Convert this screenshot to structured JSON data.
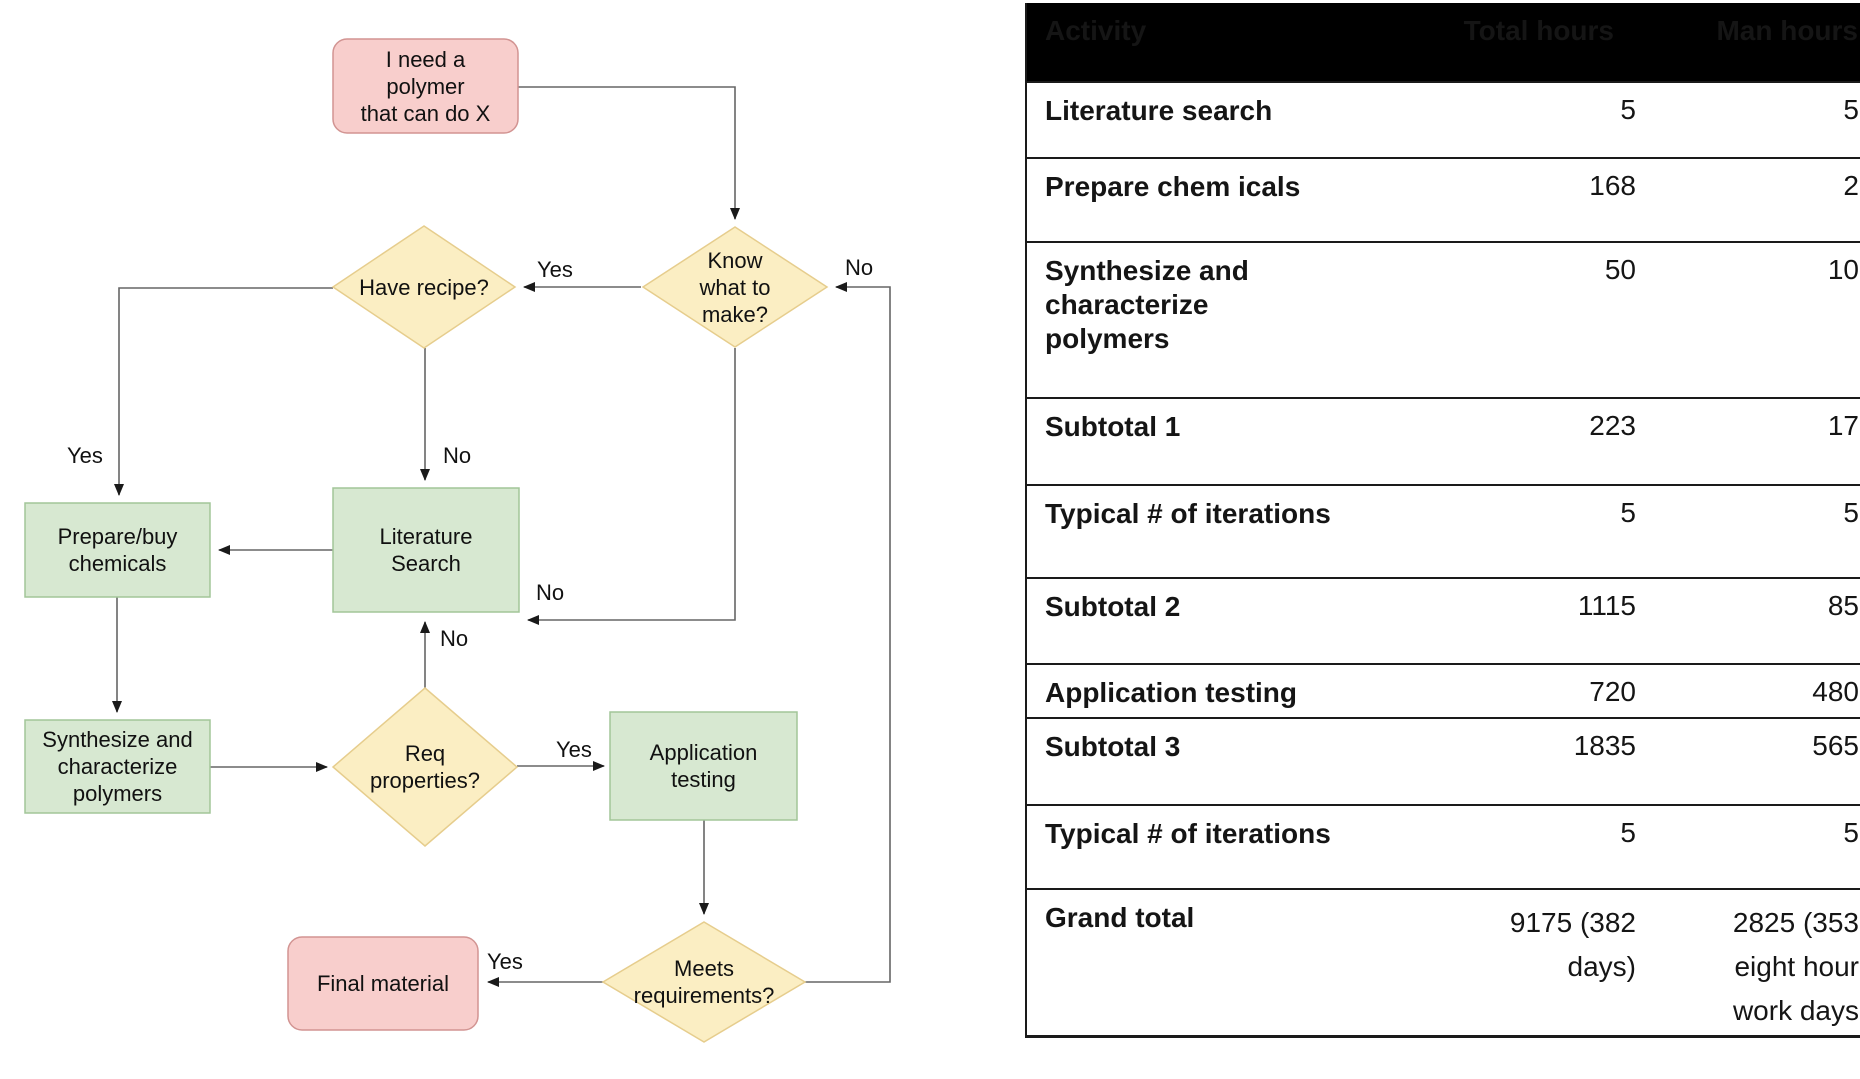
{
  "flowchart": {
    "nodes": {
      "start": {
        "label": "I need a\npolymer\nthat can do X"
      },
      "know": {
        "label": "Know\nwhat to\nmake?"
      },
      "have_recipe": {
        "label": "Have recipe?"
      },
      "literature": {
        "label": "Literature\nSearch"
      },
      "prepare_buy": {
        "label": "Prepare/buy\nchemicals"
      },
      "synthesize": {
        "label": "Synthesize and\ncharacterize\npolymers"
      },
      "req_props": {
        "label": "Req\nproperties?"
      },
      "app_testing": {
        "label": "Application\ntesting"
      },
      "meets_req": {
        "label": "Meets\nrequirements?"
      },
      "final": {
        "label": "Final material"
      }
    },
    "edge_labels": {
      "know_yes": "Yes",
      "loop_no": "No",
      "have_yes": "Yes",
      "have_no": "No",
      "know_no": "No",
      "req_no": "No",
      "req_yes": "Yes",
      "meets_yes": "Yes"
    }
  },
  "table": {
    "headers": {
      "activity": "Activity",
      "total": "Total hours",
      "man": "Man hours"
    },
    "rows": [
      {
        "activity": "Literature search",
        "total": "5",
        "man": "5"
      },
      {
        "activity": "Prepare chem  icals",
        "total": "168",
        "man": "2"
      },
      {
        "activity": "Synthesize and\ncharacterize polymers",
        "total": "50",
        "man": "10"
      },
      {
        "activity": "Subtotal 1",
        "total": "223",
        "man": "17"
      },
      {
        "activity": "Typical # of iterations",
        "total": "5",
        "man": "5"
      },
      {
        "activity": "Subtotal 2",
        "total": "1115",
        "man": "85"
      },
      {
        "activity": "Application testing",
        "total": "720",
        "man": "480"
      },
      {
        "activity": "Subtotal 3",
        "total": "1835",
        "man": "565"
      },
      {
        "activity": "Typical # of iterations",
        "total": "5",
        "man": "5"
      },
      {
        "activity": "Grand total",
        "total": "9175 (382\ndays)",
        "man": "2825 (353\neight hour\nwork days"
      }
    ]
  },
  "colors": {
    "pink_fill": "#f8cecc",
    "pink_stroke": "#d29492",
    "yellow_fill": "#fbeec3",
    "yellow_stroke": "#e6cd8d",
    "green_fill": "#d7e8d1",
    "green_stroke": "#a2c598",
    "line_color": "#666666",
    "arrow_color": "#1a1a1a",
    "red_color": "#e81c24",
    "table_border": "#1a1a1a"
  }
}
